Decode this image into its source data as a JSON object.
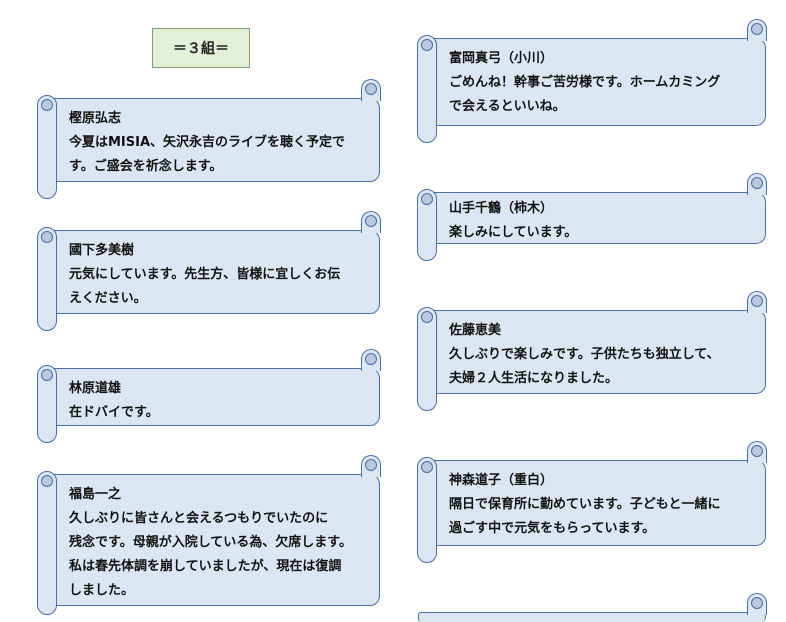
{
  "header": {
    "title": "＝３組＝"
  },
  "cards": [
    {
      "name": "樫原弘志",
      "message": "今夏はMISIA、矢沢永吉のライブを聴く予定で\nす。ご盛会を祈念します。"
    },
    {
      "name": "國下多美樹",
      "message": "元気にしています。先生方、皆様に宜しくお伝\nえください。"
    },
    {
      "name": "林原道雄",
      "message": "在ドバイです。"
    },
    {
      "name": "福島一之",
      "message": "久しぶりに皆さんと会えるつもりでいたのに\n残念です。母親が入院している為、欠席します。\n私は春先体調を崩していましたが、現在は復調\nしました。"
    },
    {
      "name": "富岡真弓（小川）",
      "message": "ごめんね！幹事ご苦労様です。ホームカミング\nで会えるといいね。"
    },
    {
      "name": "山手千鶴（柿木）",
      "message": "楽しみにしています。"
    },
    {
      "name": "佐藤恵美",
      "message": "久しぶりで楽しみです。子供たちも独立して、\n夫婦２人生活になりました。"
    },
    {
      "name": "神森道子（重白）",
      "message": "隔日で保育所に勤めています。子どもと一緒に\n過ごす中で元気をもらっています。"
    }
  ]
}
